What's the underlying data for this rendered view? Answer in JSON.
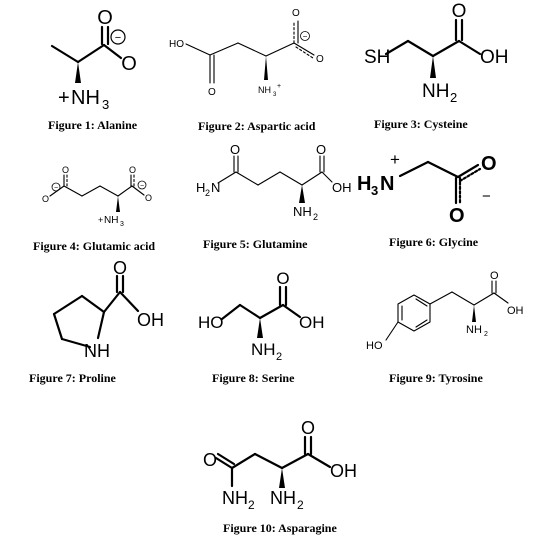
{
  "captions": [
    "Figure 1: Alanine",
    "Figure 2: Aspartic acid",
    "Figure 3: Cysteine",
    "Figure 4: Glutamic acid",
    "Figure 5: Glutamine",
    "Figure 6: Glycine",
    "Figure 7: Proline",
    "Figure 8: Serine",
    "Figure 9: Tyrosine",
    "Figure 10: Asparagine"
  ],
  "atoms": {
    "o": "O",
    "oh": "OH",
    "ho": "HO",
    "hs": "SH",
    "nh": "NH",
    "nh2": "NH",
    "nh3": "NH",
    "h3": "H",
    "sub2": "2",
    "sub3": "3",
    "plus": "+",
    "minus": "−",
    "neg": "−",
    "nh3plus_text": "NH",
    "h2n": "H",
    "n": "N"
  }
}
